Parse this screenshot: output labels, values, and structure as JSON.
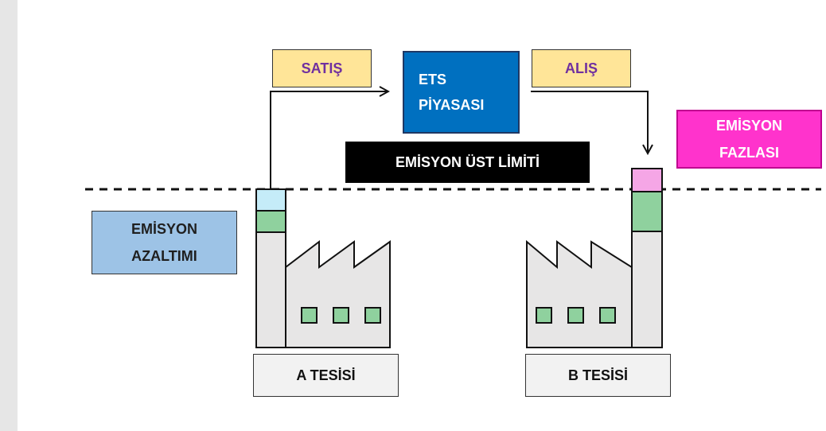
{
  "labels": {
    "sale": "SATIŞ",
    "purchase": "ALIŞ",
    "market": "ETS\nPİYASASI",
    "cap": "EMİSYON ÜST LİMİTİ",
    "excess": "EMİSYON\nFAZLASI",
    "reduction": "EMİSYON\nAZALTIMI",
    "facility_a": "A TESİSİ",
    "facility_b": "B TESİSİ"
  },
  "colors": {
    "sale_purchase_bg": "#ffe598",
    "sale_purchase_text": "#7030a0",
    "market_bg": "#0070c0",
    "cap_bg": "#000000",
    "excess_bg": "#ff33cc",
    "reduction_bg": "#9dc3e6",
    "factory_fill": "#e7e6e6",
    "window_green": "#8fd19e",
    "reduction_block": "#c5ecf8",
    "excess_block": "#f5a6e6"
  },
  "icons": [
    "factory-icon",
    "arrow-right-icon",
    "arrow-down-icon"
  ]
}
